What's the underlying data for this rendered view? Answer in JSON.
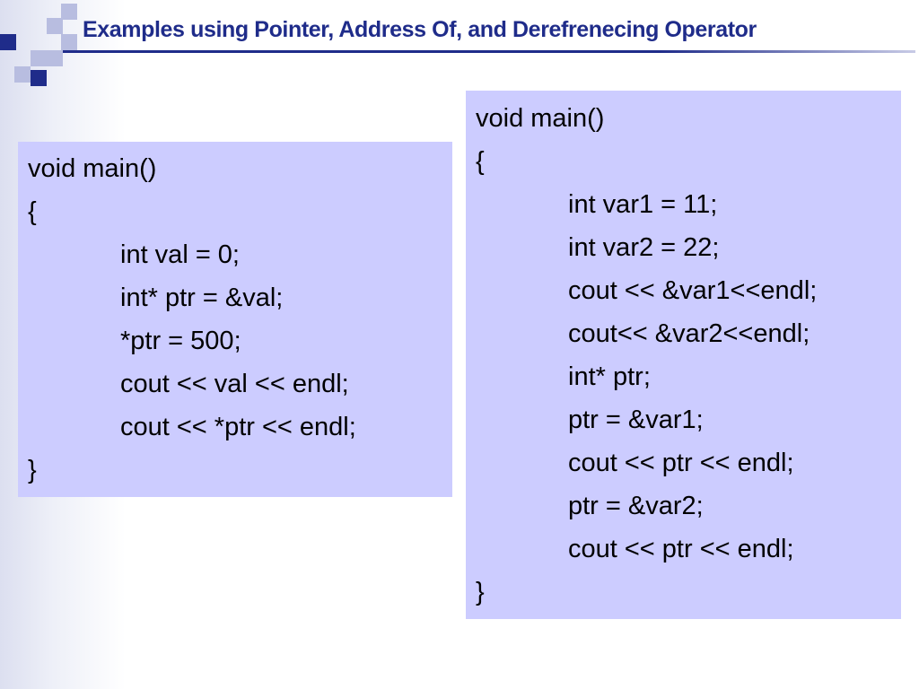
{
  "slide": {
    "title": "Examples using Pointer, Address Of, and Derefrenecing Operator",
    "accent_color": "#1f2c8a",
    "code_box_color": "#ccccff"
  },
  "left_code": [
    {
      "text": "void main()",
      "indent": 0
    },
    {
      "text": "{",
      "indent": 0
    },
    {
      "text": "int val = 0;",
      "indent": 1
    },
    {
      "text": "int* ptr = &val;",
      "indent": 1
    },
    {
      "text": "*ptr = 500;",
      "indent": 1
    },
    {
      "text": "cout << val << endl;",
      "indent": 1
    },
    {
      "text": "cout << *ptr << endl;",
      "indent": 1
    },
    {
      "text": "}",
      "indent": 0
    }
  ],
  "right_code": [
    {
      "text": "void main()",
      "indent": 0
    },
    {
      "text": "{",
      "indent": 0
    },
    {
      "text": "int var1 = 11;",
      "indent": 1
    },
    {
      "text": "int var2 = 22;",
      "indent": 1
    },
    {
      "text": "cout << &var1<<endl;",
      "indent": 1
    },
    {
      "text": "cout<< &var2<<endl;",
      "indent": 1
    },
    {
      "text": "int* ptr;",
      "indent": 1
    },
    {
      "text": "ptr = &var1;",
      "indent": 1
    },
    {
      "text": "cout << ptr << endl;",
      "indent": 1
    },
    {
      "text": "ptr = &var2;",
      "indent": 1
    },
    {
      "text": "cout << ptr << endl;",
      "indent": 1
    },
    {
      "text": "}",
      "indent": 0
    }
  ]
}
